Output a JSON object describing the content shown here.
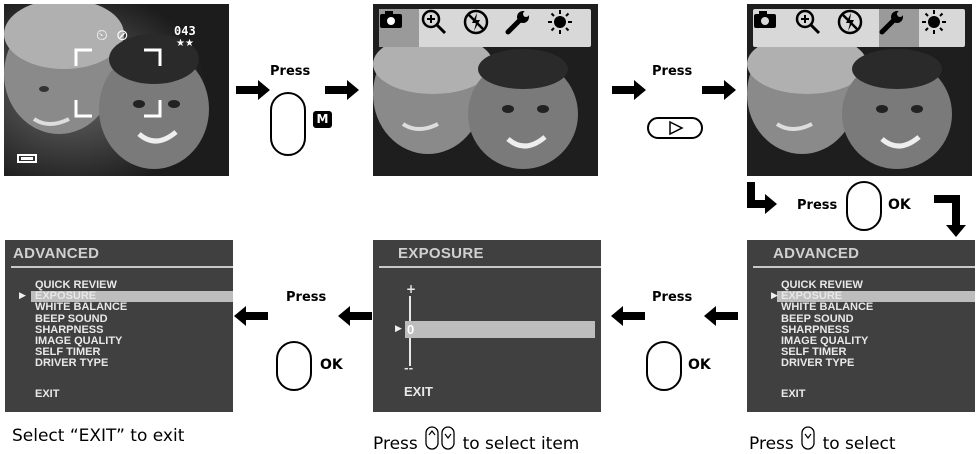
{
  "labels": {
    "press": "Press",
    "ok": "OK",
    "m_button": "M"
  },
  "screen1": {
    "shot_count": "043",
    "quality_stars": "★★"
  },
  "toolbar_icons": [
    "camera-icon",
    "zoom-in-icon",
    "flash-off-icon",
    "wrench-icon",
    "brightness-icon"
  ],
  "advanced_menu": {
    "title": "ADVANCED",
    "items": [
      "QUICK REVIEW",
      "EXPOSURE",
      "WHITE BALANCE",
      "BEEP SOUND",
      "SHARPNESS",
      "IMAGE QUALITY",
      "SELF TIMER",
      "DRIVER TYPE"
    ],
    "selected_index": 1,
    "exit": "EXIT"
  },
  "exposure_menu": {
    "title": "EXPOSURE",
    "plus": "+",
    "minus": "--",
    "value": "0",
    "exit": "EXIT"
  },
  "captions": {
    "left_prefix": "Select “EXIT” to exit",
    "middle_prefix": "Press",
    "middle_suffix": "to select item",
    "right_prefix": "Press",
    "right_suffix": "to select"
  }
}
